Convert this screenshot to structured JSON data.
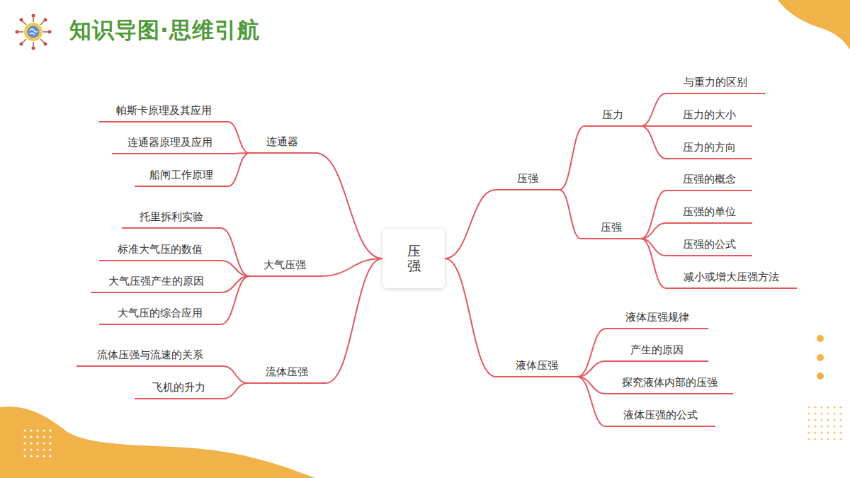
{
  "diagram": {
    "title": "知识导图·思维引航",
    "nodes": [
      {
        "text": [
          "压强"
        ]
      },
      {
        "text": [
          "压强"
        ]
      },
      {
        "text": [
          "压力"
        ]
      },
      {
        "text": [
          "与重力的区别"
        ]
      },
      {
        "text": [
          "压力的大小"
        ]
      },
      {
        "text": [
          "压力的方向"
        ]
      },
      {
        "text": [
          "压强"
        ]
      },
      {
        "text": [
          "压强的概念"
        ]
      },
      {
        "text": [
          "压强的单位"
        ]
      },
      {
        "text": [
          "压强的公式"
        ]
      },
      {
        "text": [
          "减小或增大压强方法"
        ]
      },
      {
        "text": [
          "液体压强"
        ]
      },
      {
        "text": [
          "液体压强规律"
        ]
      },
      {
        "text": [
          "产生的原因"
        ]
      },
      {
        "text": [
          "探究液体内部的压强"
        ]
      },
      {
        "text": [
          "液体压强的公式"
        ]
      },
      {
        "text": [
          "连通器"
        ]
      },
      {
        "text": [
          "帕斯卡原理及其应用"
        ]
      },
      {
        "text": [
          "连通器原理及应用"
        ]
      },
      {
        "text": [
          "船闸工作原理"
        ]
      },
      {
        "text": [
          "大气压强"
        ]
      },
      {
        "text": [
          "托里拆利实验"
        ]
      },
      {
        "text": [
          "标准大气压的数值"
        ]
      },
      {
        "text": [
          "大气压强产生的原因"
        ]
      },
      {
        "text": [
          "大气压的综合应用"
        ]
      },
      {
        "text": [
          "流体压强"
        ]
      },
      {
        "text": [
          "流体压强与流速的关系"
        ]
      },
      {
        "text": [
          "飞机的升力"
        ]
      }
    ],
    "edges": [
      {
        "from": 0,
        "to": 1,
        "arrow": "none"
      },
      {
        "from": 1,
        "to": 2,
        "arrow": "none"
      },
      {
        "from": 2,
        "to": 3,
        "arrow": "none"
      },
      {
        "from": 2,
        "to": 4,
        "arrow": "none"
      },
      {
        "from": 2,
        "to": 5,
        "arrow": "none"
      },
      {
        "from": 1,
        "to": 6,
        "arrow": "none"
      },
      {
        "from": 6,
        "to": 7,
        "arrow": "none"
      },
      {
        "from": 6,
        "to": 8,
        "arrow": "none"
      },
      {
        "from": 6,
        "to": 9,
        "arrow": "none"
      },
      {
        "from": 6,
        "to": 10,
        "arrow": "none"
      },
      {
        "from": 0,
        "to": 11,
        "arrow": "none"
      },
      {
        "from": 11,
        "to": 12,
        "arrow": "none"
      },
      {
        "from": 11,
        "to": 13,
        "arrow": "none"
      },
      {
        "from": 11,
        "to": 14,
        "arrow": "none"
      },
      {
        "from": 11,
        "to": 15,
        "arrow": "none"
      },
      {
        "from": 0,
        "to": 16,
        "arrow": "none"
      },
      {
        "from": 16,
        "to": 17,
        "arrow": "none"
      },
      {
        "from": 16,
        "to": 18,
        "arrow": "none"
      },
      {
        "from": 16,
        "to": 19,
        "arrow": "none"
      },
      {
        "from": 0,
        "to": 20,
        "arrow": "none"
      },
      {
        "from": 20,
        "to": 21,
        "arrow": "none"
      },
      {
        "from": 20,
        "to": 22,
        "arrow": "none"
      },
      {
        "from": 20,
        "to": 23,
        "arrow": "none"
      },
      {
        "from": 20,
        "to": 24,
        "arrow": "none"
      },
      {
        "from": 0,
        "to": 25,
        "arrow": "none"
      },
      {
        "from": 25,
        "to": 26,
        "arrow": "none"
      },
      {
        "from": 25,
        "to": 27,
        "arrow": "none"
      }
    ]
  }
}
